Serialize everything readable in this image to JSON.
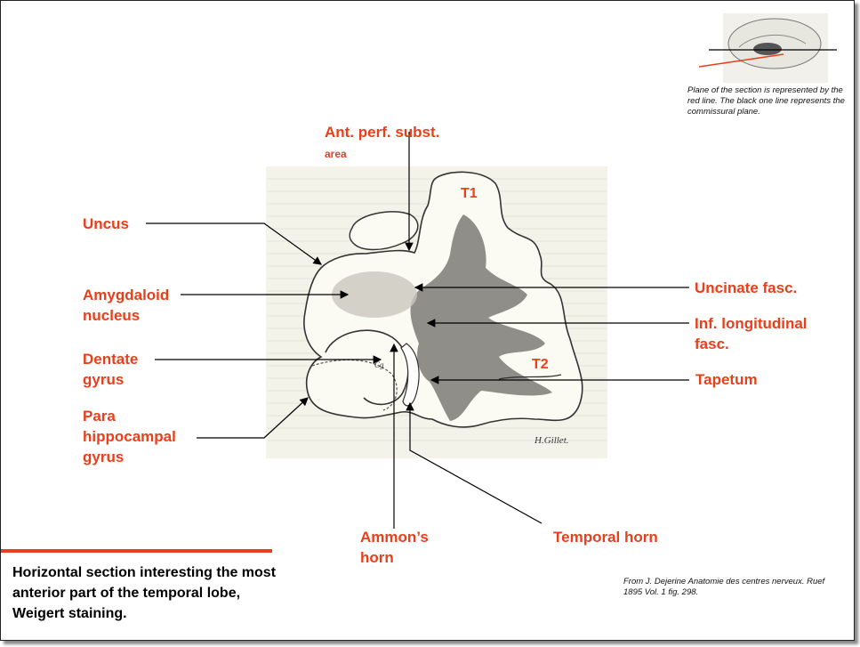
{
  "labels": {
    "ant_perf_main": "Ant. perf. subst.",
    "ant_perf_sub": "area",
    "uncus": "Uncus",
    "amygdaloid": "Amygdaloid\nnucleus",
    "dentate": "Dentate\ngyrus",
    "parahippocampal": "Para\nhippocampal\ngyrus",
    "ammons_horn": "Ammon’s\nhorn",
    "temporal_horn": "Temporal horn",
    "uncinate": "Uncinate fasc.",
    "inf_long": "Inf. longitudinal\nfasc.",
    "tapetum": "Tapetum",
    "t1": "T1",
    "t2": "T2"
  },
  "plate_signature": "H.Gillet.",
  "plate_mark": "Cg",
  "plane_note": "Plane of the section is represented by the red line. The black one line represents the commissural plane.",
  "source_note": "From J. Dejerine Anatomie des centres nerveux. Ruef 1895 Vol. 1 fig. 298.",
  "caption": "Horizontal section interesting the most anterior part of the temporal lobe, Weigert staining.",
  "colors": {
    "label": "#e8401c",
    "rule": "#e8401c",
    "plate_background": "#f4f3ea"
  }
}
